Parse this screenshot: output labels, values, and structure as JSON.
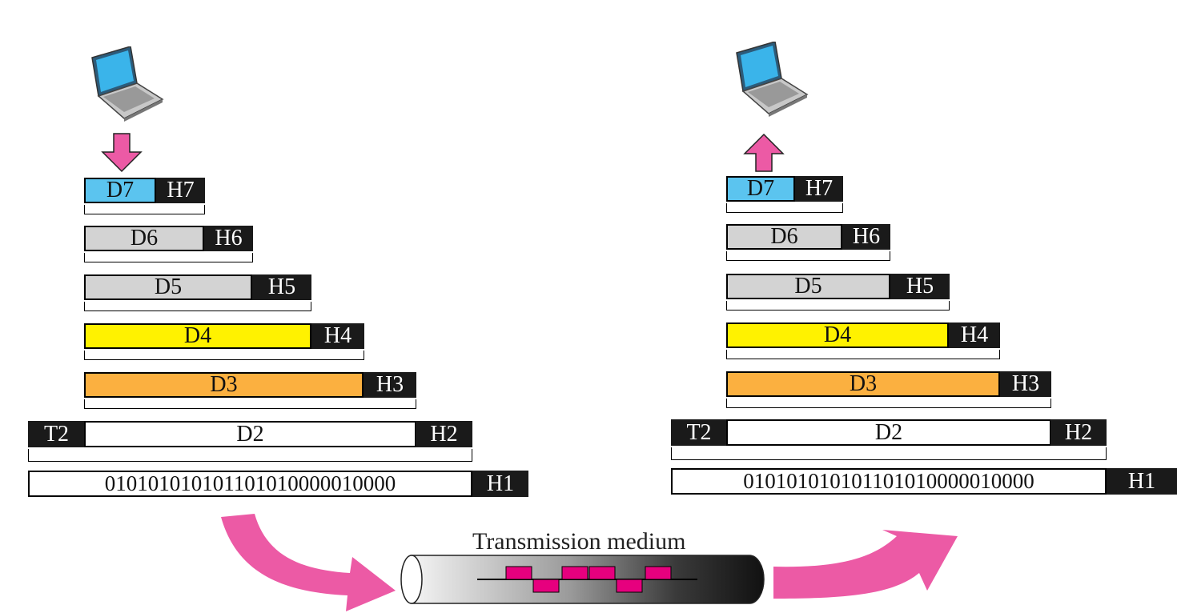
{
  "left_stack": {
    "rows": [
      {
        "data": "D7",
        "header": "H7",
        "color": "#5bc4ef"
      },
      {
        "data": "D6",
        "header": "H6",
        "color": "#d3d3d3"
      },
      {
        "data": "D5",
        "header": "H5",
        "color": "#d3d3d3"
      },
      {
        "data": "D4",
        "header": "H4",
        "color": "#fff200"
      },
      {
        "data": "D3",
        "header": "H3",
        "color": "#fbb040"
      }
    ],
    "frame": {
      "trailer": "T2",
      "data": "D2",
      "header": "H2"
    },
    "bits": {
      "data": "01010101010110101000001000​0",
      "header": "H1"
    }
  },
  "right_stack": {
    "rows": [
      {
        "data": "D7",
        "header": "H7",
        "color": "#5bc4ef"
      },
      {
        "data": "D6",
        "header": "H6",
        "color": "#d3d3d3"
      },
      {
        "data": "D5",
        "header": "H5",
        "color": "#d3d3d3"
      },
      {
        "data": "D4",
        "header": "H4",
        "color": "#fff200"
      },
      {
        "data": "D3",
        "header": "H3",
        "color": "#fbb040"
      }
    ],
    "frame": {
      "trailer": "T2",
      "data": "D2",
      "header": "H2"
    },
    "bits": {
      "data": "010101010101101010000010000",
      "header": "H1"
    }
  },
  "medium": {
    "label": "Transmission medium"
  },
  "colors": {
    "arrow": "#ec5aa5",
    "header_bg": "#1a1a1a",
    "signal": "#e6007e"
  },
  "icons": [
    "laptop-icon-sender",
    "laptop-icon-receiver",
    "down-arrow-icon",
    "up-arrow-icon",
    "curved-arrow-icon",
    "cable-icon"
  ]
}
